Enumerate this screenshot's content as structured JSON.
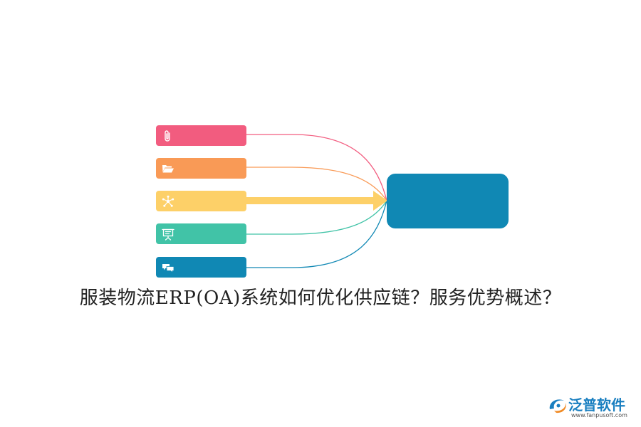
{
  "diagram": {
    "title": "服装物流ERP(OA)系统如何优化供应链？服务优势概述？",
    "items": [
      {
        "icon": "paperclip-icon",
        "color": "#f25c7f"
      },
      {
        "icon": "folder-open-icon",
        "color": "#f99a56"
      },
      {
        "icon": "network-icon",
        "color": "#fdd068"
      },
      {
        "icon": "presentation-board-icon",
        "color": "#41c3a7"
      },
      {
        "icon": "chat-bubbles-icon",
        "color": "#1088b4"
      }
    ],
    "hub": {
      "color": "#1088b4"
    },
    "highlight_arrow": {
      "from_item": 3,
      "color": "#fdd068"
    }
  },
  "logo": {
    "name": "泛普软件",
    "url": "www.fanpusoft.com",
    "color": "#1a7fc0"
  }
}
